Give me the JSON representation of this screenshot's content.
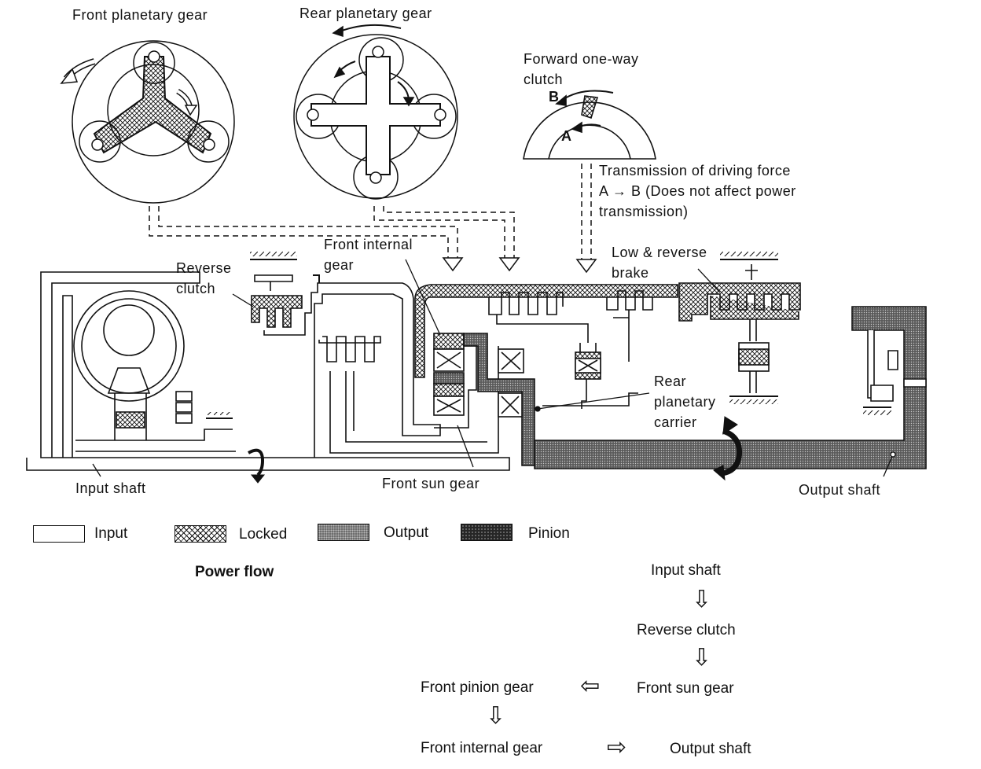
{
  "labels": {
    "front_planetary_gear": "Front planetary gear",
    "rear_planetary_gear": "Rear planetary gear",
    "forward_one_way_clutch": "Forward one-way clutch",
    "point_b": "B",
    "point_a": "A",
    "transmission_note": "Transmission of driving force A → B (Does not affect power transmission)",
    "front_internal_gear": "Front internal gear",
    "reverse_clutch": "Reverse clutch",
    "low_reverse_brake": "Low & reverse brake",
    "rear_planetary_carrier": "Rear planetary carrier",
    "input_shaft": "Input shaft",
    "front_sun_gear": "Front sun gear",
    "output_shaft": "Output shaft"
  },
  "legend": [
    {
      "label": "Input",
      "pattern": "plain"
    },
    {
      "label": "Locked",
      "pattern": "crosshatch"
    },
    {
      "label": "Output",
      "pattern": "stipple"
    },
    {
      "label": "Pinion",
      "pattern": "dark-stipple"
    }
  ],
  "power_flow": {
    "title": "Power flow",
    "steps": {
      "input_shaft": "Input shaft",
      "reverse_clutch": "Reverse clutch",
      "front_sun_gear": "Front sun gear",
      "front_pinion_gear": "Front pinion gear",
      "front_internal_gear": "Front internal gear",
      "output_shaft": "Output shaft"
    },
    "arrow_glyphs": {
      "down": "⇩",
      "left": "⇦",
      "right": "⇨"
    }
  },
  "colors": {
    "line": "#111111",
    "output": "#6e6e6e",
    "pinion": "#262626"
  }
}
